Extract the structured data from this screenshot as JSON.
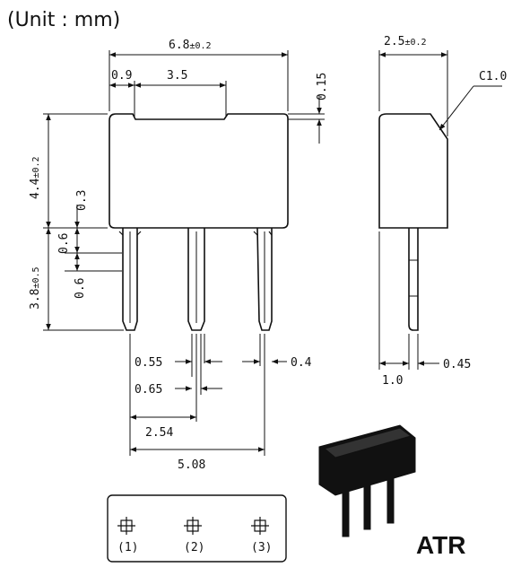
{
  "header": {
    "unit_label": "(Unit : mm)"
  },
  "package": {
    "name": "ATR"
  },
  "dimensions": {
    "overall_width": "6.8",
    "overall_width_tol": "±0.2",
    "left_offset": "0.9",
    "notch_width": "3.5",
    "notch_depth": "0.15",
    "body_height": "4.4",
    "body_height_tol": "±0.2",
    "gap_bottom": "0.3",
    "lead_step_1": "0.6",
    "lead_step_2": "0.6",
    "lead_length": "3.8",
    "lead_length_tol": "±0.5",
    "lead_width_a": "0.55",
    "lead_width_b": "0.65",
    "lead_thickness": "0.4",
    "pitch_1": "2.54",
    "pitch_2": "5.08",
    "side_width": "2.5",
    "side_width_tol": "±0.2",
    "chamfer": "C1.0",
    "side_offset": "1.0",
    "side_lead": "0.45"
  },
  "pins": [
    {
      "label": "(1)"
    },
    {
      "label": "(2)"
    },
    {
      "label": "(3)"
    }
  ]
}
